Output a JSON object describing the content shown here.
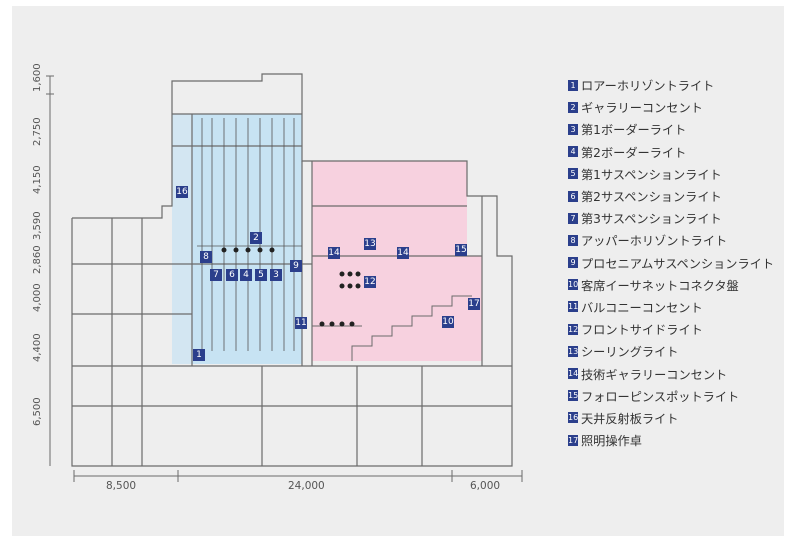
{
  "dimensions": {
    "vertical": [
      "1,600",
      "2,750",
      "4,150",
      "3,590",
      "2,860",
      "4,000",
      "4,400",
      "6,500"
    ],
    "horizontal": [
      "8,500",
      "24,000",
      "6,000"
    ]
  },
  "legend": [
    {
      "num": "1",
      "label": "ロアーホリゾントライト"
    },
    {
      "num": "2",
      "label": "ギャラリーコンセント"
    },
    {
      "num": "3",
      "label": "第1ボーダーライト"
    },
    {
      "num": "4",
      "label": "第2ボーダーライト"
    },
    {
      "num": "5",
      "label": "第1サスペンションライト"
    },
    {
      "num": "6",
      "label": "第2サスペンションライト"
    },
    {
      "num": "7",
      "label": "第3サスペンションライト"
    },
    {
      "num": "8",
      "label": "アッパーホリゾントライト"
    },
    {
      "num": "9",
      "label": "プロセニアムサスペンションライト"
    },
    {
      "num": "10",
      "label": "客席イーサネットコネクタ盤"
    },
    {
      "num": "11",
      "label": "バルコニーコンセント"
    },
    {
      "num": "12",
      "label": "フロントサイドライト"
    },
    {
      "num": "13",
      "label": "シーリングライト"
    },
    {
      "num": "14",
      "label": "技術ギャラリーコンセント"
    },
    {
      "num": "15",
      "label": "フォローピンスポットライト"
    },
    {
      "num": "16",
      "label": "天井反射板ライト"
    },
    {
      "num": "17",
      "label": "照明操作卓"
    }
  ],
  "colors": {
    "stage_fill": "#c7e3f3",
    "hall_fill": "#f7d1df",
    "badge": "#2b3f8c",
    "line": "#6b6b6b"
  }
}
